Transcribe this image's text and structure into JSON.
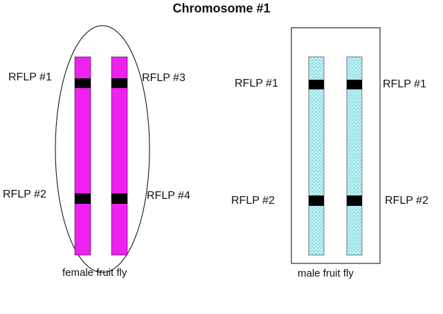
{
  "title": "Chromosome #1",
  "female": {
    "caption": "female fruit fly",
    "color": "#ee22ee",
    "band_color": "#000000",
    "labels": {
      "left_top": "RFLP #1",
      "left_bottom": "RFLP #2",
      "right_top": "RFLP #3",
      "right_bottom": "RFLP #4"
    }
  },
  "male": {
    "caption": "male fruit fly",
    "color": "#b8f0f4",
    "dot_color": "#5aaab4",
    "band_color": "#000000",
    "labels": {
      "left_top": "RFLP #1",
      "left_bottom": "RFLP #2",
      "right_top": "RFLP #1",
      "right_bottom": "RFLP #2"
    }
  }
}
